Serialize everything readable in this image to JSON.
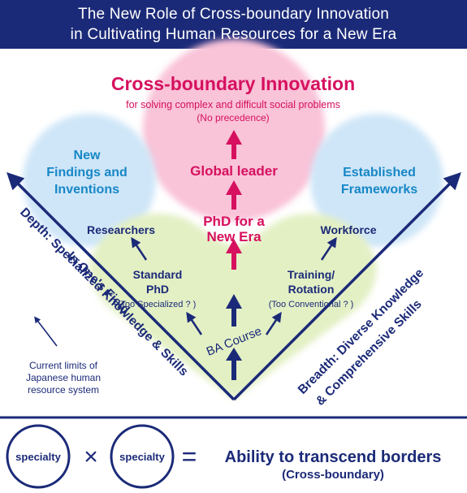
{
  "header": {
    "line1": "The New Role of Cross-boundary Innovation",
    "line2": "in Cultivating Human Resources for a New Era"
  },
  "top": {
    "title": "Cross-boundary Innovation",
    "subtitle": "for solving complex and difficult social problems",
    "note": "(No precedence)"
  },
  "left_circle": {
    "line1": "New",
    "line2": "Findings and",
    "line3": "Inventions"
  },
  "right_circle": {
    "line1": "Established",
    "line2": "Frameworks"
  },
  "center": {
    "global_leader": "Global leader",
    "phd_line1": "PhD for a",
    "phd_line2": "New Era"
  },
  "left_branch": {
    "researchers": "Researchers",
    "standard_line1": "Standard",
    "standard_line2": "PhD",
    "note": "(Too Specialized ? )"
  },
  "right_branch": {
    "workforce": "Workforce",
    "training_line1": "Training/",
    "training_line2": "Rotation",
    "note": "(Too Conventional ? )"
  },
  "base": {
    "label": "BA Course"
  },
  "axes": {
    "left_line1": "Depth: Specialized Knowledge & Skills",
    "left_line2": "In One's Field",
    "right_line1": "Breadth: Diverse Knowledge",
    "right_line2": "& Comprehensive Skills"
  },
  "limits": {
    "line1": "Current limits of",
    "line2": "Japanese human",
    "line3": "resource system"
  },
  "equation": {
    "specialty1": "specialty",
    "times": "×",
    "specialty2": "specialty",
    "equals": "=",
    "result": "Ability to transcend borders",
    "result_sub": "(Cross-boundary)"
  },
  "colors": {
    "navy": "#1b2a78",
    "magenta": "#d6105f",
    "pink_circle": "#f9c3d8",
    "blue_circle": "#cfe6f8",
    "green_area": "#e3f0c4",
    "teal_text": "#1787c6"
  }
}
